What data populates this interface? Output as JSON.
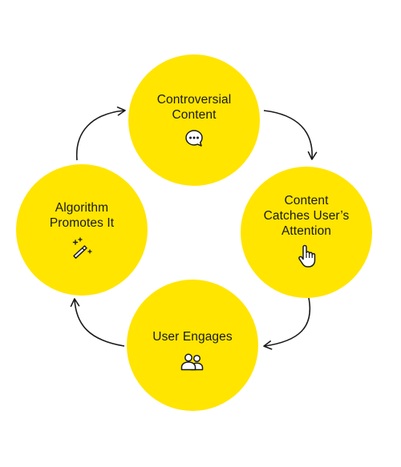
{
  "diagram": {
    "node_color": "#ffe500",
    "line_color": "#1a1a1a",
    "nodes": [
      {
        "id": "top",
        "lines": [
          "Controversial",
          "Content"
        ],
        "icon": "speech-bubble-ellipsis-icon"
      },
      {
        "id": "right",
        "lines": [
          "Content",
          "Catches User’s",
          "Attention"
        ],
        "icon": "pointing-hand-cursor-icon"
      },
      {
        "id": "bottom",
        "lines": [
          "User Engages"
        ],
        "icon": "users-icon"
      },
      {
        "id": "left",
        "lines": [
          "Algorithm",
          "Promotes It"
        ],
        "icon": "magic-wand-icon"
      }
    ],
    "arrows": [
      {
        "from": "top",
        "to": "right"
      },
      {
        "from": "right",
        "to": "bottom"
      },
      {
        "from": "bottom",
        "to": "left"
      },
      {
        "from": "left",
        "to": "top"
      }
    ]
  }
}
